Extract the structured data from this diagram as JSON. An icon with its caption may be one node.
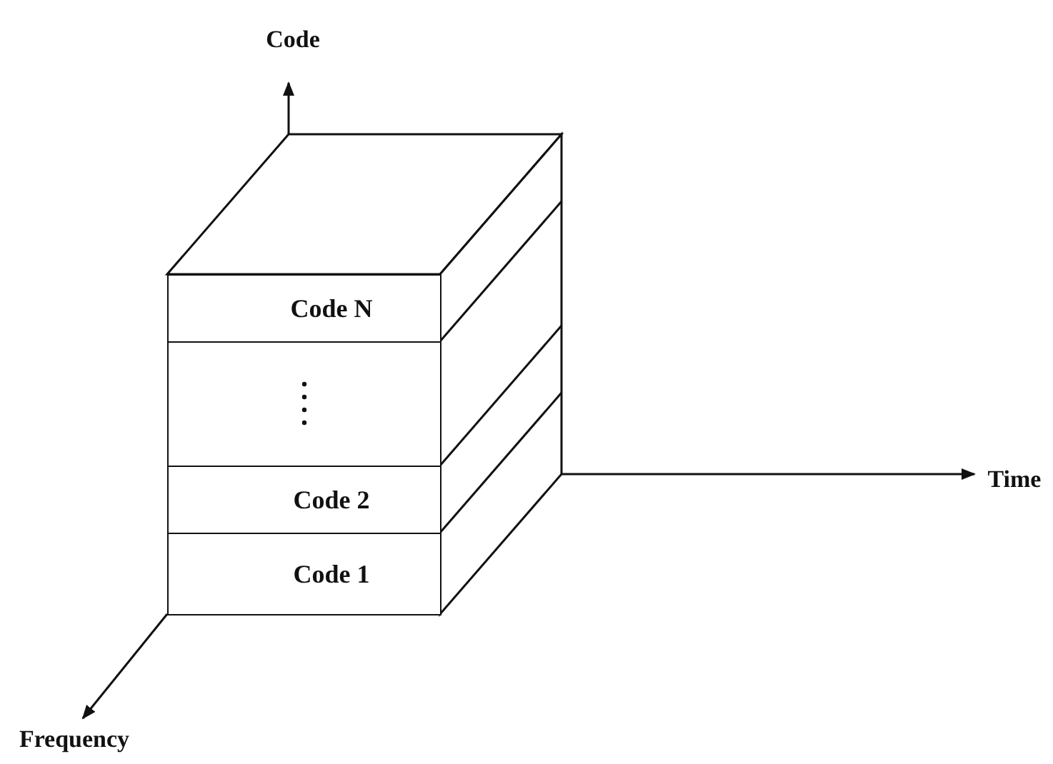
{
  "diagram": {
    "nodes": [
      {
        "text": [
          "Code N"
        ]
      },
      {
        "text": [],
        "shape": "box"
      },
      {
        "text": [
          "Code 2"
        ]
      },
      {
        "text": [
          "Code 1"
        ]
      }
    ],
    "labels": [
      "Code",
      "Time",
      "Frequency"
    ]
  }
}
